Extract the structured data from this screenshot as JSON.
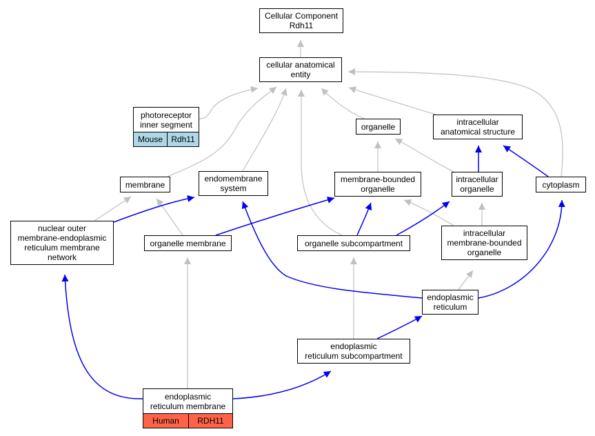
{
  "colors": {
    "is_a_edge": "#c0c0c0",
    "part_of_edge": "#0000ee",
    "mouse_annotation": "#add8e6",
    "human_annotation": "#ff6347"
  },
  "nodes": {
    "root": "Cellular Component\nRdh11",
    "cae": "cellular anatomical\nentity",
    "photoreceptor": {
      "label": "photoreceptor\ninner segment",
      "species": "Mouse",
      "gene": "Rdh11"
    },
    "organelle": "organelle",
    "intracellular_anatomical": "intracellular\nanatomical structure",
    "membrane": "membrane",
    "endomembrane": "endomembrane\nsystem",
    "mbo": "membrane-bounded\norganelle",
    "intracellular_organelle": "intracellular\norganelle",
    "cytoplasm": "cytoplasm",
    "nuclear_outer": "nuclear outer\nmembrane-endoplasmic\nreticulum membrane\nnetwork",
    "organelle_membrane": "organelle membrane",
    "organelle_subcompartment": "organelle subcompartment",
    "imbo": "intracellular\nmembrane-bounded\norganelle",
    "er": "endoplasmic\nreticulum",
    "er_subcompartment": "endoplasmic\nreticulum subcompartment",
    "er_membrane": {
      "label": "endoplasmic\nreticulum membrane",
      "species": "Human",
      "gene": "RDH11"
    }
  }
}
